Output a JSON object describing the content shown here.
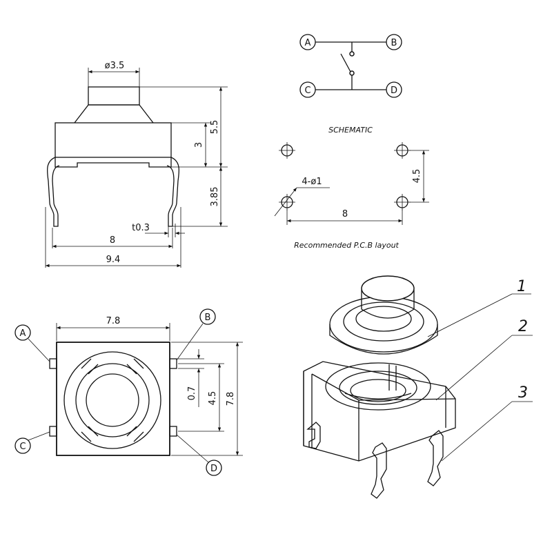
{
  "side_view": {
    "dia_label": "ø3.5",
    "h_total": "5.5",
    "h_body": "3",
    "h_pins": "3.85",
    "thickness": "t0.3",
    "width_inner": "8",
    "width_outer": "9.4"
  },
  "schematic": {
    "title": "SCHEMATIC",
    "terminals": [
      "A",
      "B",
      "C",
      "D"
    ]
  },
  "pcb_layout": {
    "title": "Recommended P.C.B layout",
    "holes_label": "4-ø1",
    "pitch_x": "8",
    "pitch_y": "4.5"
  },
  "top_view": {
    "width": "7.8",
    "height": "7.8",
    "pin_pitch": "4.5",
    "pin_width": "0.7",
    "pins": [
      "A",
      "B",
      "C",
      "D"
    ]
  },
  "exploded_view": {
    "parts": [
      "1",
      "2",
      "3"
    ]
  }
}
